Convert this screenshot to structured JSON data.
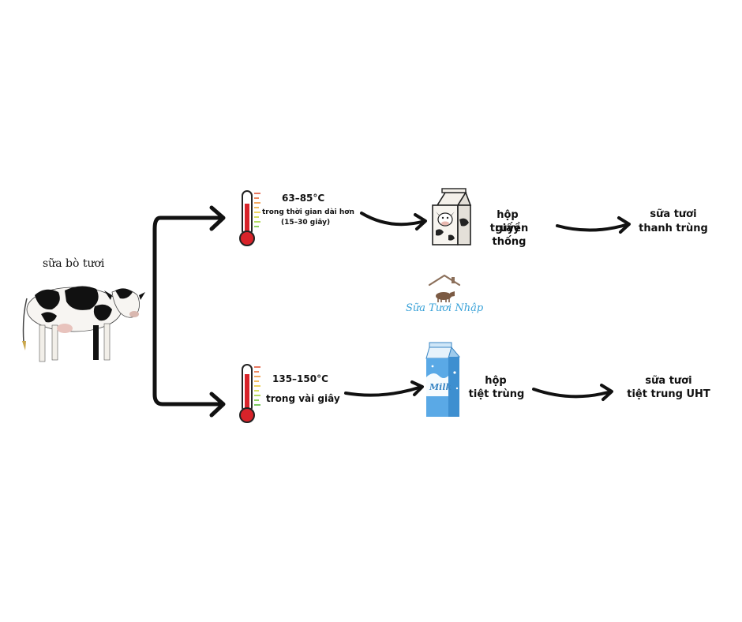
{
  "source": {
    "label": "sữa bò tươi"
  },
  "top": {
    "temperature": "63–85°C",
    "duration_line1": "trong thời gian dài hơn",
    "duration_line2": "(15–30 giây)",
    "package_line1": "hộp giấy",
    "package_line2": "truyền thống",
    "result_line1": "sữa tươi",
    "result_line2": "thanh trùng"
  },
  "bottom": {
    "temperature": "135–150°C",
    "duration": "trong vài giây",
    "package_line1": "hộp",
    "package_line2": "tiệt trùng",
    "carton_text": "Milk",
    "result_line1": "sữa tươi",
    "result_line2": "tiệt trung UHT"
  },
  "logo": {
    "text": "Sữa Tươi Nhập"
  },
  "colors": {
    "arrow": "#111111",
    "thermo_red": "#d8232a",
    "milk_blue": "#5aa9e6",
    "logo_blue": "#3aa2d8"
  }
}
